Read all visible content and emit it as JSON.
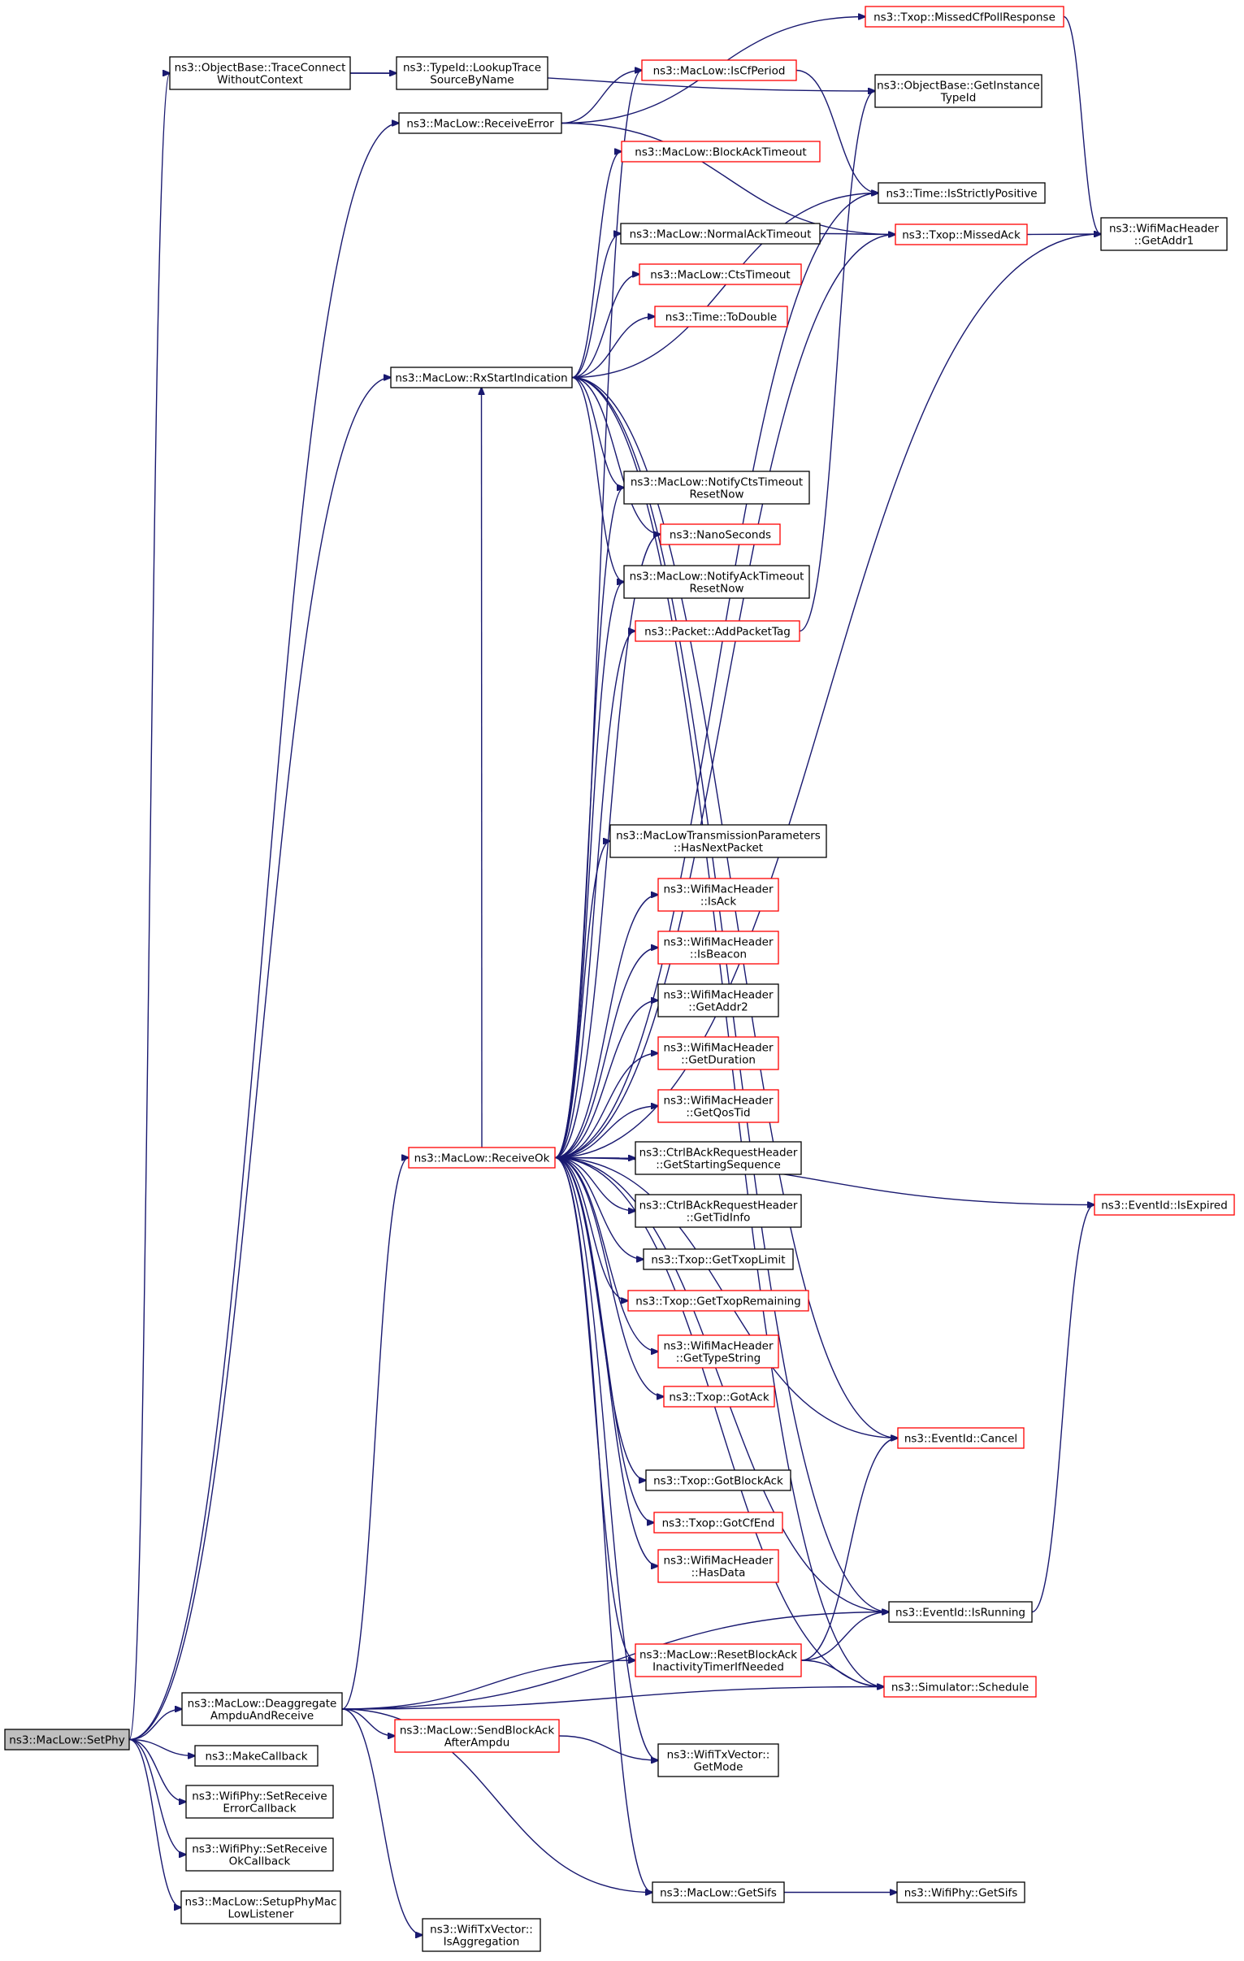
{
  "colors": {
    "edge": "#191970",
    "border_normal": "#000000",
    "border_external": "#ff0000",
    "fill_normal": "#ffffff",
    "fill_root": "#bfbfbf"
  },
  "nodes": [
    {
      "id": "setphy",
      "lines": [
        "ns3::MacLow::SetPhy"
      ],
      "style": "root"
    },
    {
      "id": "traceconnect",
      "lines": [
        "ns3::ObjectBase::TraceConnect",
        "WithoutContext"
      ],
      "style": "normal"
    },
    {
      "id": "lookuptrace",
      "lines": [
        "ns3::TypeId::LookupTrace",
        "SourceByName"
      ],
      "style": "normal"
    },
    {
      "id": "receiveerror",
      "lines": [
        "ns3::MacLow::ReceiveError"
      ],
      "style": "normal"
    },
    {
      "id": "missedcfpoll",
      "lines": [
        "ns3::Txop::MissedCfPollResponse"
      ],
      "style": "external"
    },
    {
      "id": "iscfperiod",
      "lines": [
        "ns3::MacLow::IsCfPeriod"
      ],
      "style": "external"
    },
    {
      "id": "getinstancetypeid",
      "lines": [
        "ns3::ObjectBase::GetInstance",
        "TypeId"
      ],
      "style": "normal"
    },
    {
      "id": "blockacktimeout",
      "lines": [
        "ns3::MacLow::BlockAckTimeout"
      ],
      "style": "external"
    },
    {
      "id": "isstrictlypositive",
      "lines": [
        "ns3::Time::IsStrictlyPositive"
      ],
      "style": "normal"
    },
    {
      "id": "normalacktimeout",
      "lines": [
        "ns3::MacLow::NormalAckTimeout"
      ],
      "style": "normal"
    },
    {
      "id": "missedack",
      "lines": [
        "ns3::Txop::MissedAck"
      ],
      "style": "external"
    },
    {
      "id": "getaddr1",
      "lines": [
        "ns3::WifiMacHeader",
        "::GetAddr1"
      ],
      "style": "normal"
    },
    {
      "id": "ctstimeout",
      "lines": [
        "ns3::MacLow::CtsTimeout"
      ],
      "style": "external"
    },
    {
      "id": "todouble",
      "lines": [
        "ns3::Time::ToDouble"
      ],
      "style": "external"
    },
    {
      "id": "rxstart",
      "lines": [
        "ns3::MacLow::RxStartIndication"
      ],
      "style": "normal"
    },
    {
      "id": "notifycts",
      "lines": [
        "ns3::MacLow::NotifyCtsTimeout",
        "ResetNow"
      ],
      "style": "normal"
    },
    {
      "id": "nanoseconds",
      "lines": [
        "ns3::NanoSeconds"
      ],
      "style": "external"
    },
    {
      "id": "notifyack",
      "lines": [
        "ns3::MacLow::NotifyAckTimeout",
        "ResetNow"
      ],
      "style": "normal"
    },
    {
      "id": "addpackettag",
      "lines": [
        "ns3::Packet::AddPacketTag"
      ],
      "style": "external"
    },
    {
      "id": "hasnextpacket",
      "lines": [
        "ns3::MacLowTransmissionParameters",
        "::HasNextPacket"
      ],
      "style": "normal"
    },
    {
      "id": "isack",
      "lines": [
        "ns3::WifiMacHeader",
        "::IsAck"
      ],
      "style": "external"
    },
    {
      "id": "isbeacon",
      "lines": [
        "ns3::WifiMacHeader",
        "::IsBeacon"
      ],
      "style": "external"
    },
    {
      "id": "getaddr2",
      "lines": [
        "ns3::WifiMacHeader",
        "::GetAddr2"
      ],
      "style": "normal"
    },
    {
      "id": "getduration",
      "lines": [
        "ns3::WifiMacHeader",
        "::GetDuration"
      ],
      "style": "external"
    },
    {
      "id": "getqostid",
      "lines": [
        "ns3::WifiMacHeader",
        "::GetQosTid"
      ],
      "style": "external"
    },
    {
      "id": "receiveok",
      "lines": [
        "ns3::MacLow::ReceiveOk"
      ],
      "style": "external"
    },
    {
      "id": "getstartingseq",
      "lines": [
        "ns3::CtrlBAckRequestHeader",
        "::GetStartingSequence"
      ],
      "style": "normal"
    },
    {
      "id": "gettidinfo",
      "lines": [
        "ns3::CtrlBAckRequestHeader",
        "::GetTidInfo"
      ],
      "style": "normal"
    },
    {
      "id": "iseexpired",
      "lines": [
        "ns3::EventId::IsExpired"
      ],
      "style": "external"
    },
    {
      "id": "gettxoplimit",
      "lines": [
        "ns3::Txop::GetTxopLimit"
      ],
      "style": "normal"
    },
    {
      "id": "gettxopremaining",
      "lines": [
        "ns3::Txop::GetTxopRemaining"
      ],
      "style": "external"
    },
    {
      "id": "gettypestring",
      "lines": [
        "ns3::WifiMacHeader",
        "::GetTypeString"
      ],
      "style": "external"
    },
    {
      "id": "gotack",
      "lines": [
        "ns3::Txop::GotAck"
      ],
      "style": "external"
    },
    {
      "id": "cancel",
      "lines": [
        "ns3::EventId::Cancel"
      ],
      "style": "external"
    },
    {
      "id": "gotblockack",
      "lines": [
        "ns3::Txop::GotBlockAck"
      ],
      "style": "normal"
    },
    {
      "id": "gotcfend",
      "lines": [
        "ns3::Txop::GotCfEnd"
      ],
      "style": "external"
    },
    {
      "id": "hasdata",
      "lines": [
        "ns3::WifiMacHeader",
        "::HasData"
      ],
      "style": "external"
    },
    {
      "id": "isrunning",
      "lines": [
        "ns3::EventId::IsRunning"
      ],
      "style": "normal"
    },
    {
      "id": "resetblockack",
      "lines": [
        "ns3::MacLow::ResetBlockAck",
        "InactivityTimerIfNeeded"
      ],
      "style": "external"
    },
    {
      "id": "schedule",
      "lines": [
        "ns3::Simulator::Schedule"
      ],
      "style": "external"
    },
    {
      "id": "deaggregate",
      "lines": [
        "ns3::MacLow::Deaggregate",
        "AmpduAndReceive"
      ],
      "style": "normal"
    },
    {
      "id": "sendblockack",
      "lines": [
        "ns3::MacLow::SendBlockAck",
        "AfterAmpdu"
      ],
      "style": "external"
    },
    {
      "id": "makecallback",
      "lines": [
        "ns3::MakeCallback"
      ],
      "style": "normal"
    },
    {
      "id": "getmode",
      "lines": [
        "ns3::WifiTxVector::",
        "GetMode"
      ],
      "style": "normal"
    },
    {
      "id": "setreceiveerror",
      "lines": [
        "ns3::WifiPhy::SetReceive",
        "ErrorCallback"
      ],
      "style": "normal"
    },
    {
      "id": "setreceiveok",
      "lines": [
        "ns3::WifiPhy::SetReceive",
        "OkCallback"
      ],
      "style": "normal"
    },
    {
      "id": "getsifs",
      "lines": [
        "ns3::MacLow::GetSifs"
      ],
      "style": "normal"
    },
    {
      "id": "phygetsifs",
      "lines": [
        "ns3::WifiPhy::GetSifs"
      ],
      "style": "normal"
    },
    {
      "id": "setupphymac",
      "lines": [
        "ns3::MacLow::SetupPhyMac",
        "LowListener"
      ],
      "style": "normal"
    },
    {
      "id": "isaggregation",
      "lines": [
        "ns3::WifiTxVector::",
        "IsAggregation"
      ],
      "style": "normal"
    }
  ],
  "edges": [
    [
      "setphy",
      "traceconnect"
    ],
    [
      "setphy",
      "receiveerror"
    ],
    [
      "setphy",
      "rxstart"
    ],
    [
      "setphy",
      "deaggregate"
    ],
    [
      "setphy",
      "makecallback"
    ],
    [
      "setphy",
      "setreceiveerror"
    ],
    [
      "setphy",
      "setreceiveok"
    ],
    [
      "setphy",
      "setupphymac"
    ],
    [
      "traceconnect",
      "lookuptrace"
    ],
    [
      "traceconnect",
      "getinstancetypeid"
    ],
    [
      "receiveerror",
      "missedcfpoll"
    ],
    [
      "receiveerror",
      "iscfperiod"
    ],
    [
      "receiveerror",
      "missedack"
    ],
    [
      "missedcfpoll",
      "getaddr1"
    ],
    [
      "iscfperiod",
      "isstrictlypositive"
    ],
    [
      "missedack",
      "getaddr1"
    ],
    [
      "normalacktimeout",
      "missedack"
    ],
    [
      "rxstart",
      "blockacktimeout"
    ],
    [
      "rxstart",
      "isstrictlypositive"
    ],
    [
      "rxstart",
      "normalacktimeout"
    ],
    [
      "rxstart",
      "ctstimeout"
    ],
    [
      "rxstart",
      "todouble"
    ],
    [
      "rxstart",
      "notifycts"
    ],
    [
      "rxstart",
      "nanoseconds"
    ],
    [
      "rxstart",
      "notifyack"
    ],
    [
      "rxstart",
      "cancel"
    ],
    [
      "rxstart",
      "isrunning"
    ],
    [
      "rxstart",
      "schedule"
    ],
    [
      "addpackettag",
      "getinstancetypeid"
    ],
    [
      "receiveok",
      "iscfperiod"
    ],
    [
      "receiveok",
      "notifycts"
    ],
    [
      "receiveok",
      "nanoseconds"
    ],
    [
      "receiveok",
      "notifyack"
    ],
    [
      "receiveok",
      "addpackettag"
    ],
    [
      "receiveok",
      "isstrictlypositive"
    ],
    [
      "receiveok",
      "getaddr1"
    ],
    [
      "receiveok",
      "iseexpired"
    ],
    [
      "receiveok",
      "missedack"
    ],
    [
      "receiveok",
      "rxstart"
    ],
    [
      "receiveok",
      "hasnextpacket"
    ],
    [
      "receiveok",
      "isack"
    ],
    [
      "receiveok",
      "isbeacon"
    ],
    [
      "receiveok",
      "getaddr2"
    ],
    [
      "receiveok",
      "getduration"
    ],
    [
      "receiveok",
      "getqostid"
    ],
    [
      "receiveok",
      "getstartingseq"
    ],
    [
      "receiveok",
      "gettidinfo"
    ],
    [
      "receiveok",
      "gettxoplimit"
    ],
    [
      "receiveok",
      "gettxopremaining"
    ],
    [
      "receiveok",
      "gettypestring"
    ],
    [
      "receiveok",
      "gotack"
    ],
    [
      "receiveok",
      "cancel"
    ],
    [
      "receiveok",
      "gotblockack"
    ],
    [
      "receiveok",
      "gotcfend"
    ],
    [
      "receiveok",
      "hasdata"
    ],
    [
      "receiveok",
      "isrunning"
    ],
    [
      "receiveok",
      "resetblockack"
    ],
    [
      "receiveok",
      "schedule"
    ],
    [
      "receiveok",
      "getmode"
    ],
    [
      "receiveok",
      "getsifs"
    ],
    [
      "isrunning",
      "iseexpired"
    ],
    [
      "resetblockack",
      "cancel"
    ],
    [
      "resetblockack",
      "isrunning"
    ],
    [
      "resetblockack",
      "schedule"
    ],
    [
      "deaggregate",
      "receiveok"
    ],
    [
      "deaggregate",
      "resetblockack"
    ],
    [
      "deaggregate",
      "sendblockack"
    ],
    [
      "deaggregate",
      "isrunning"
    ],
    [
      "deaggregate",
      "schedule"
    ],
    [
      "deaggregate",
      "getsifs"
    ],
    [
      "deaggregate",
      "isaggregation"
    ],
    [
      "sendblockack",
      "getmode"
    ],
    [
      "getsifs",
      "phygetsifs"
    ]
  ]
}
